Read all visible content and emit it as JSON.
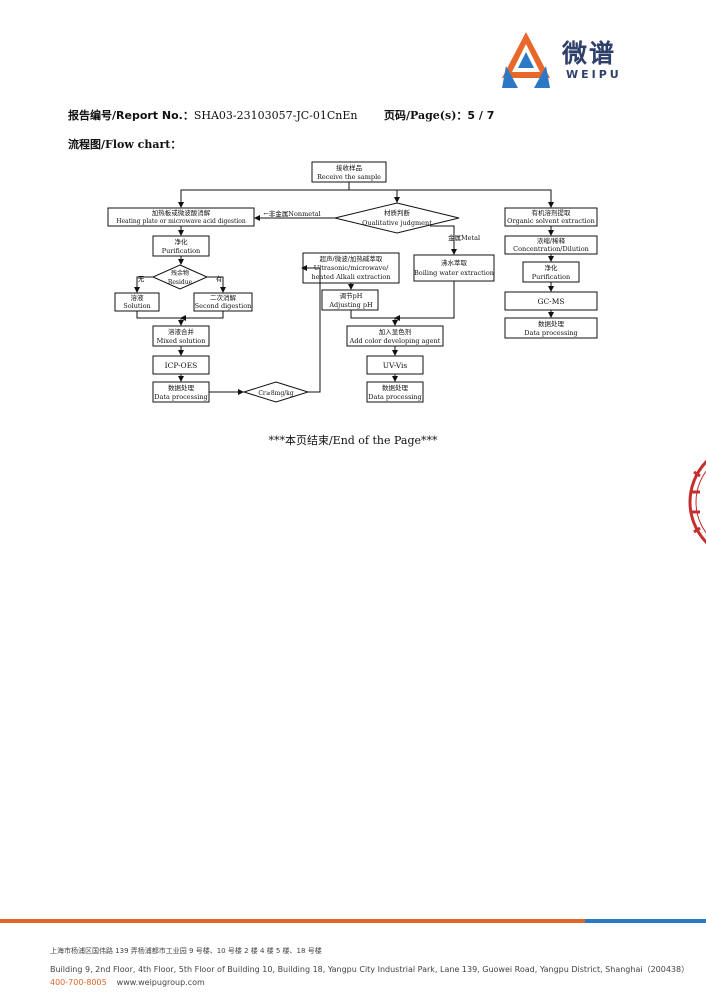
{
  "logo": {
    "cn": "微谱",
    "en": "WEIPU",
    "color": "#2f3f6b",
    "accent_orange": "#e8672a",
    "accent_blue": "#2a78c6"
  },
  "header": {
    "report_label": "报告编号/Report No.：",
    "report_no": "SHA03-23103057-JC-01CnEn",
    "page_label": "页码/Page(s)：",
    "page_value": "5 / 7",
    "flow_title": "流程图/Flow chart："
  },
  "flow": {
    "receive": {
      "cn": "接收样品",
      "en": "Receive the sample"
    },
    "judge": {
      "cn": "材质判断",
      "en": "Qualitative judgment"
    },
    "nonmetal_label": "←非金属Nonmetal",
    "metal_label": "金属Metal",
    "heating": {
      "cn": "加热板或微波酸消解",
      "en": "Heating plate or microwave acid digestion"
    },
    "purif_left": {
      "cn": "净化",
      "en": "Purification"
    },
    "residue": {
      "cn": "残余物",
      "en": "Residue"
    },
    "no_label": "无",
    "yes_label": "有",
    "solution": {
      "cn": "溶液",
      "en": "Solution"
    },
    "second_digestion": {
      "cn": "二次消解",
      "en": "Second digestion"
    },
    "mixed": {
      "cn": "溶液合并",
      "en": "Mixed solution"
    },
    "icp": "ICP-OES",
    "dp_left": {
      "cn": "数据处理",
      "en": "Data processing"
    },
    "cr_label": "Cr≥8mg/kg",
    "ultra": {
      "cn": "超声/微波/加热碱萃取",
      "en1": "Ultrasonic/microwave/",
      "en2": "heated Alkali extraction"
    },
    "ph": {
      "cn": "调节pH",
      "en": "Adjusting pH"
    },
    "boiling": {
      "cn": "沸水萃取",
      "en": "Boiling water extraction"
    },
    "color_agent": {
      "cn": "加入显色剂",
      "en": "Add color developing agent"
    },
    "uvvis": "UV-Vis",
    "dp_mid": {
      "cn": "数据处理",
      "en": "Data processing"
    },
    "organic": {
      "cn": "有机溶剂提取",
      "en": "Organic solvent extraction"
    },
    "conc": {
      "cn": "浓缩/稀释",
      "en": "Concentration/Dilution"
    },
    "purif_right": {
      "cn": "净化",
      "en": "Purification"
    },
    "gcms": "GC-MS",
    "dp_right": {
      "cn": "数据处理",
      "en": "Data processing"
    }
  },
  "end_text": "***本页结束/End of the Page***",
  "stamp_color": "#c62d2d",
  "footer": {
    "bar_orange": "#e0672b",
    "bar_blue": "#2a78c6",
    "address_cn": "上海市杨浦区国伟路 139 弄杨浦都市工业园 9 号楼、10 号楼 2 楼 4 楼 5 楼、18 号楼",
    "address_en": "Building 9, 2nd Floor, 4th Floor, 5th Floor of Building 10, Building 18, Yangpu City Industrial Park, Lane 139, Guowei Road, Yangpu District, Shanghai（200438）",
    "tel": "400-700-8005",
    "web": "www.weipugroup.com"
  }
}
